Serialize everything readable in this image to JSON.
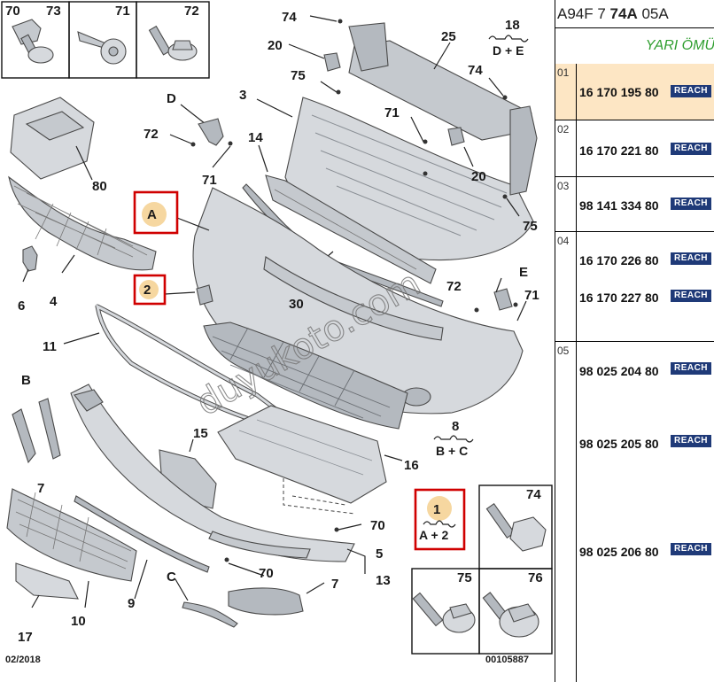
{
  "header": {
    "code_prefix": "A94F 7 ",
    "code_bold": "74A",
    "code_suffix": " 05A",
    "subtitle": "YARI ÖMÜ"
  },
  "rows": [
    {
      "index": "01",
      "refs": [
        "16 170 195 80"
      ],
      "highlight": true
    },
    {
      "index": "02",
      "refs": [
        "16 170 221 80"
      ],
      "highlight": false
    },
    {
      "index": "03",
      "refs": [
        "98 141 334 80"
      ],
      "highlight": false
    },
    {
      "index": "04",
      "refs": [
        "16 170 226 80",
        "16 170 227 80"
      ],
      "highlight": false
    },
    {
      "index": "05",
      "refs": [
        "98 025 204 80",
        "98 025 205 80",
        "98 025 206 80"
      ],
      "highlight": false
    }
  ],
  "reach_label": "REACH",
  "colors": {
    "highlight_row": "#fde6c4",
    "reach_badge": "#1f3a78",
    "subtitle": "#2f9e2f",
    "red_box": "#d00000",
    "badge_circle": "#f6d7a0"
  },
  "diagram": {
    "screw_labels": {
      "tl1": "70",
      "tl2": "73",
      "tl3": "71",
      "tl4": "72",
      "br1": "74",
      "br2": "75",
      "br3": "76"
    },
    "callouts": {
      "c74": "74",
      "c20a": "20",
      "c75a": "75",
      "c25": "25",
      "c18": "18",
      "c18sub": "D + E",
      "c74b": "74",
      "c3": "3",
      "c71a": "71",
      "c20b": "20",
      "c75b": "75",
      "cD": "D",
      "c72a": "72",
      "c71b": "71",
      "c80": "80",
      "c14": "14",
      "cA": "A",
      "c2": "2",
      "c4": "4",
      "c6": "6",
      "c30": "30",
      "c72b": "72",
      "cE": "E",
      "c71c": "71",
      "c11": "11",
      "cB": "B",
      "c8": "8",
      "c8sub": "B + C",
      "c15": "15",
      "c16": "16",
      "c7a": "7",
      "c1": "1",
      "c1sub": "A + 2",
      "c70a": "70",
      "c5": "5",
      "c13": "13",
      "c10": "10",
      "c9": "9",
      "c70b": "70",
      "cC": "C",
      "c7b": "7",
      "c17": "17"
    },
    "date_label": "02/2018",
    "ref_label": "00105887",
    "watermark": "duyukoto.com"
  }
}
